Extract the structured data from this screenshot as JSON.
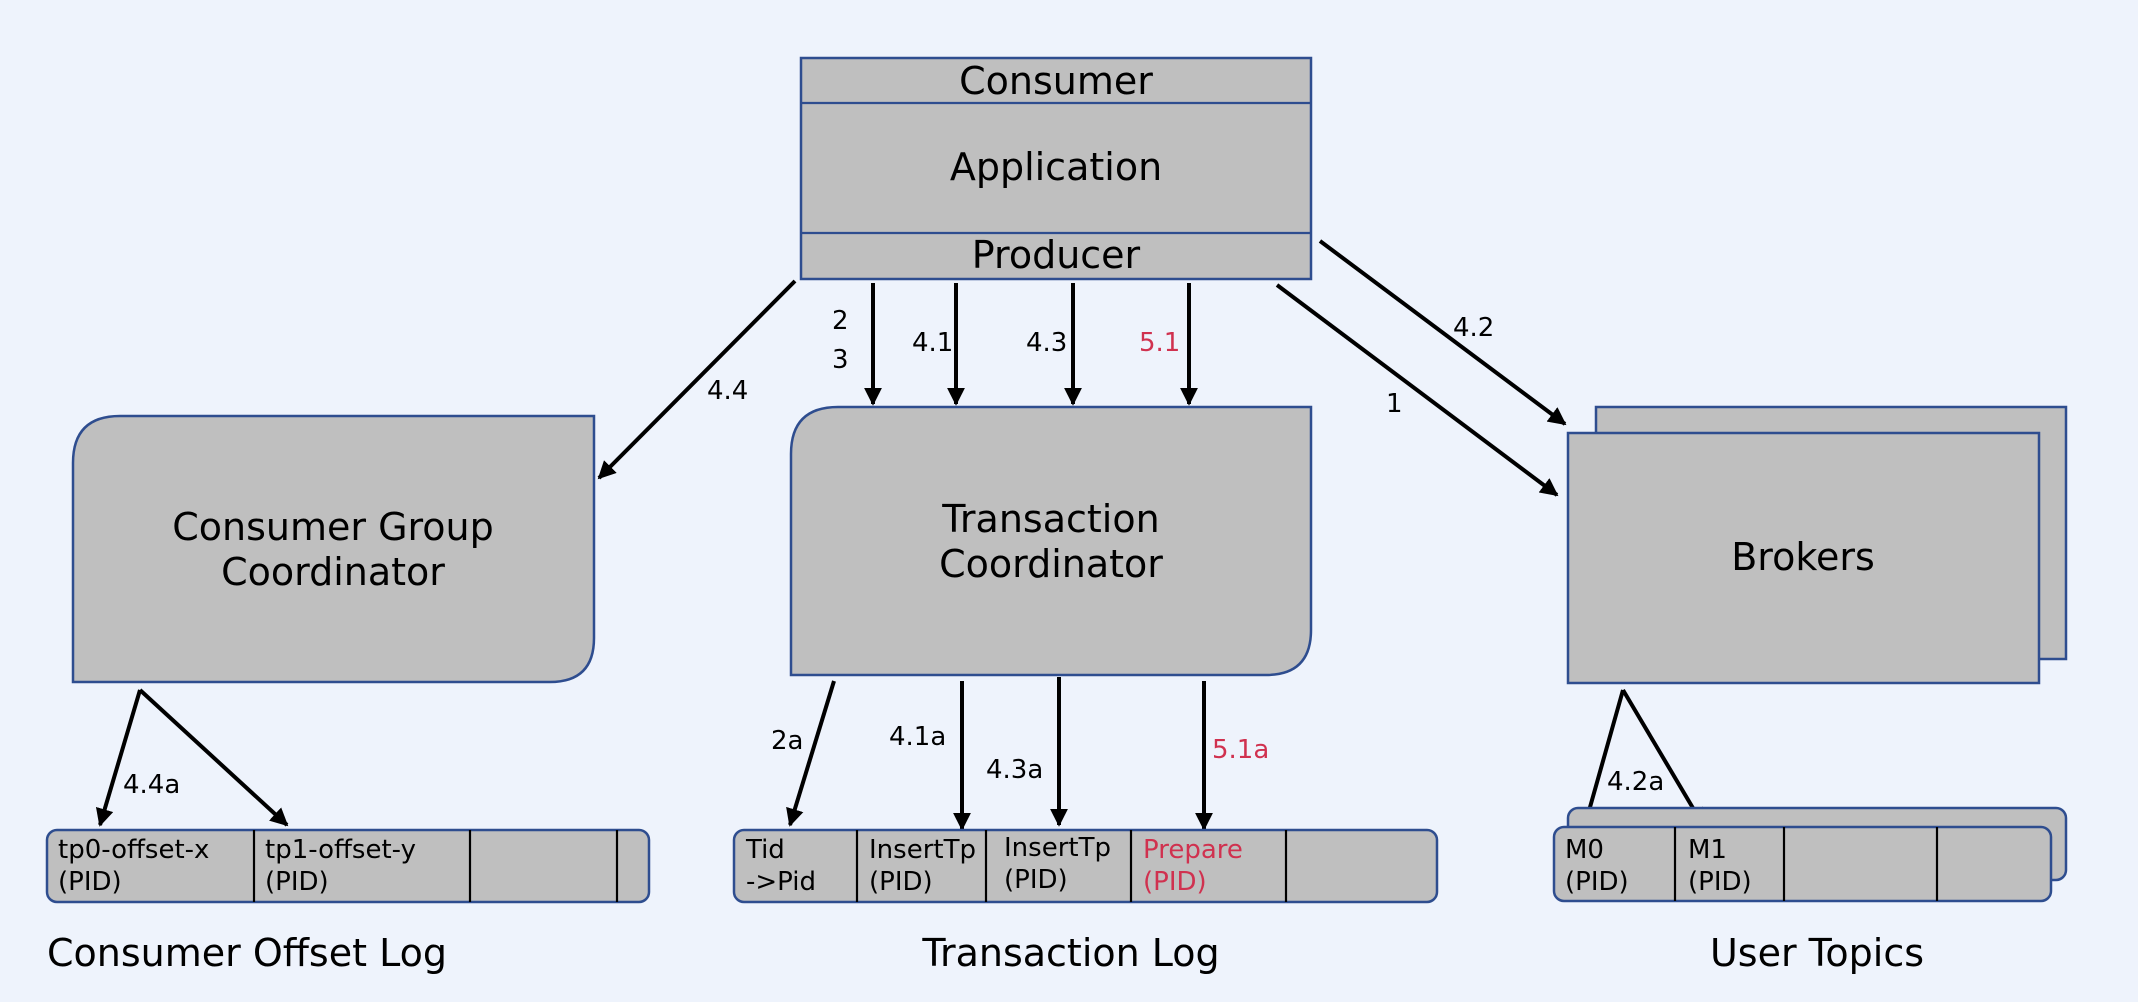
{
  "app": {
    "consumer": "Consumer",
    "application": "Application",
    "producer": "Producer"
  },
  "coordinators": {
    "consumer_group": [
      "Consumer Group",
      "Coordinator"
    ],
    "transaction": [
      "Transaction",
      "Coordinator"
    ],
    "brokers": "Brokers"
  },
  "arrow_labels": {
    "a2": "2",
    "a3": "3",
    "a4_1": "4.1",
    "a4_3": "4.3",
    "a5_1": "5.1",
    "a4_4": "4.4",
    "a4_2": "4.2",
    "a1": "1",
    "a2a": "2a",
    "a4_1a": "4.1a",
    "a4_3a": "4.3a",
    "a5_1a": "5.1a",
    "a4_4a": "4.4a",
    "a4_2a": "4.2a"
  },
  "logs": {
    "consumer_offset": {
      "caption": "Consumer Offset Log",
      "cells": [
        [
          "tp0-offset-x",
          "(PID)"
        ],
        [
          "tp1-offset-y",
          "(PID)"
        ]
      ]
    },
    "transaction": {
      "caption": "Transaction Log",
      "cells": [
        [
          "Tid",
          "->Pid"
        ],
        [
          "InsertTp",
          "(PID)"
        ],
        [
          "InsertTp",
          "(PID)"
        ],
        [
          "Prepare",
          "(PID)"
        ]
      ]
    },
    "user_topics": {
      "caption": "User Topics",
      "cells": [
        [
          "M0",
          "(PID)"
        ],
        [
          "M1",
          "(PID)"
        ]
      ]
    }
  },
  "colors": {
    "box_fill": "#bfbfbf",
    "box_stroke": "#2e4d8f",
    "background": "#eef3fc",
    "highlight": "#d0314f"
  }
}
